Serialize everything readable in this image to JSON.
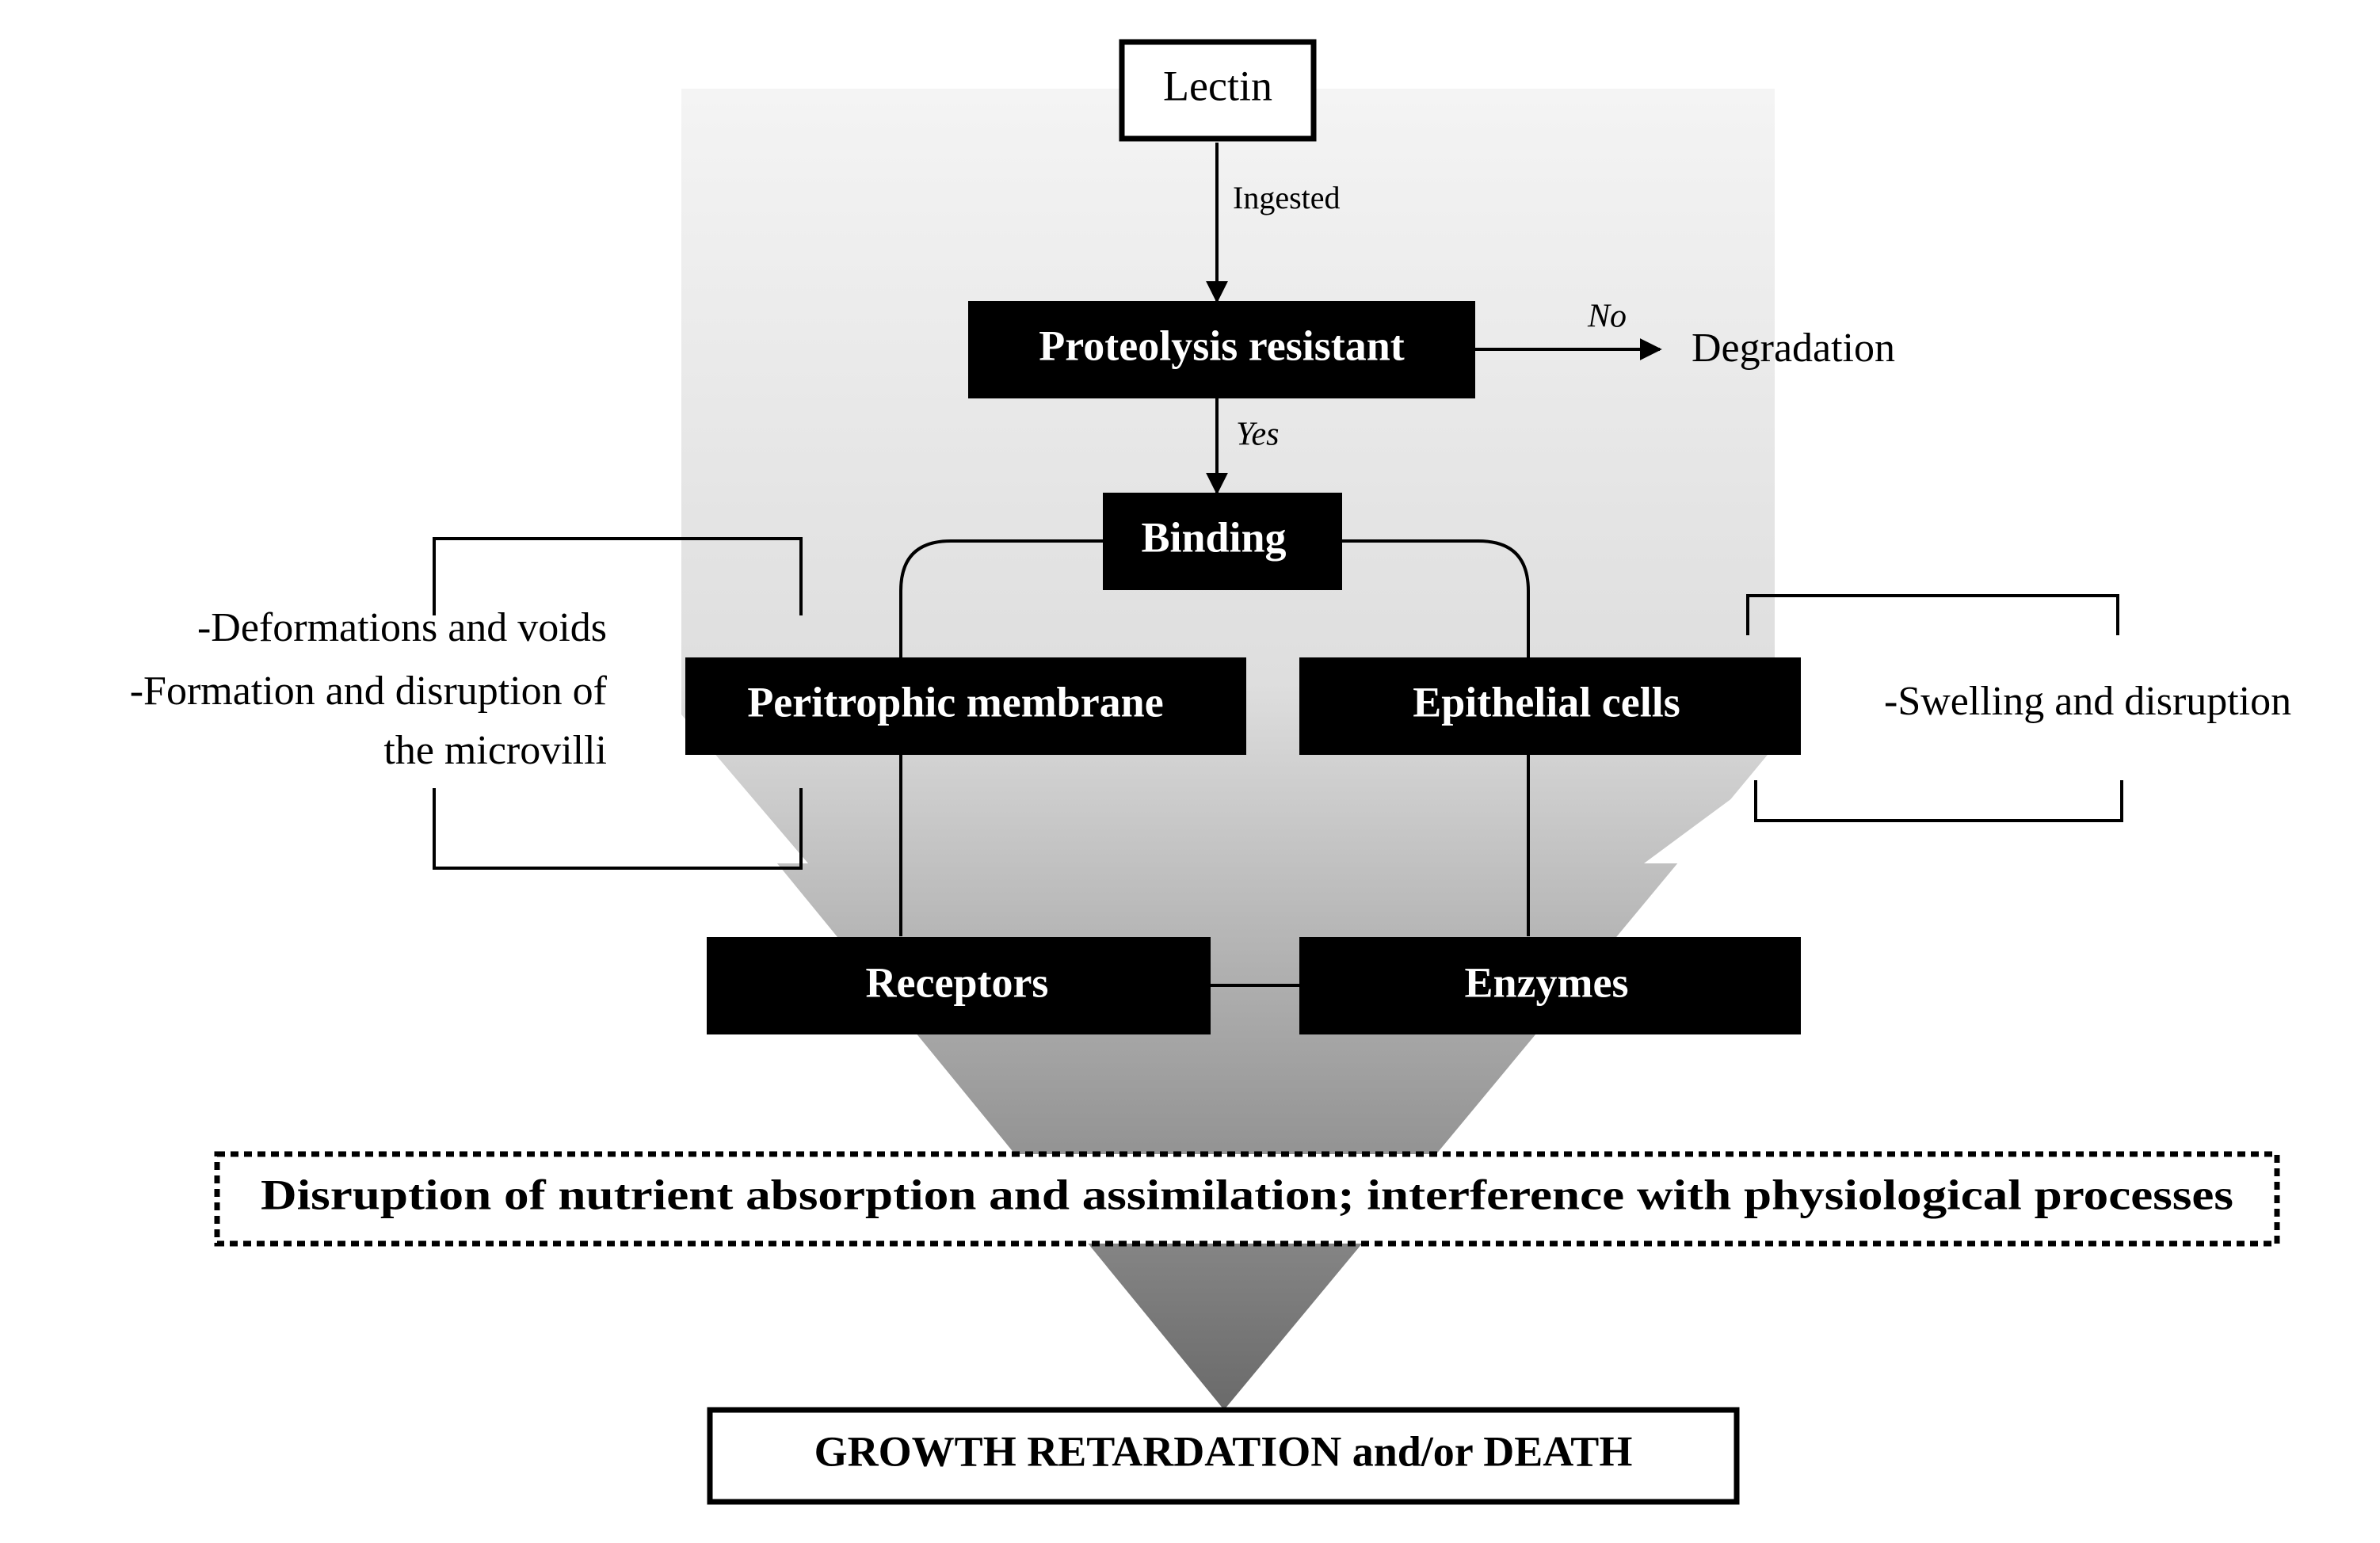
{
  "nodes": {
    "lectin": "Lectin",
    "proteolysis": "Proteolysis resistant",
    "degradation": "Degradation",
    "binding": "Binding",
    "peritrophic": "Peritrophic  membrane",
    "epithelial": "Epithelial  cells",
    "receptors": "Receptors",
    "enzymes": "Enzymes",
    "disruption": "Disruption  of nutrient  absorption  and assimilation; interference with physiological processes",
    "outcome": "GROWTH  RETARDATION and/or  DEATH"
  },
  "edges": {
    "ingested": "Ingested",
    "no": "No",
    "yes": "Yes"
  },
  "annotations": {
    "left": [
      "-Deformations  and voids",
      "-Formation  and disruption  of",
      "the microvilli"
    ],
    "right": "-Swelling  and disruption"
  },
  "colors": {
    "node_fill": "#000000",
    "node_text": "#ffffff",
    "funnel_top": "#f2f2f2",
    "funnel_bottom": "#6e6e6e"
  }
}
